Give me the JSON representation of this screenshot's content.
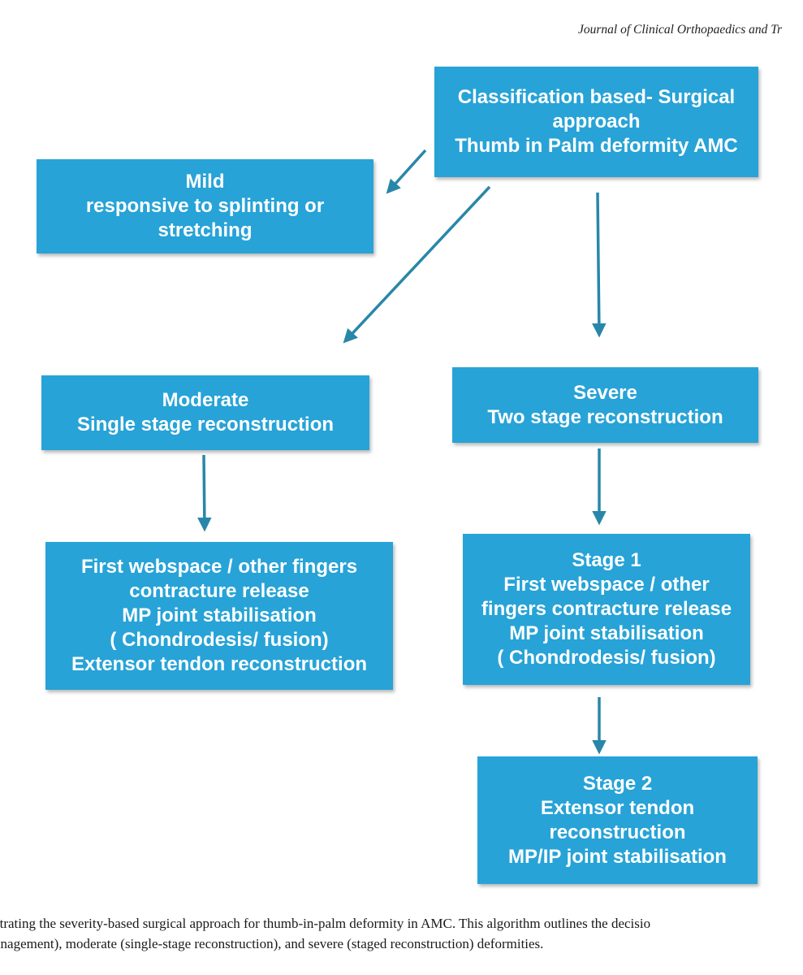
{
  "header": {
    "journal_title": "Journal of Clinical Orthopaedics and Tr"
  },
  "colors": {
    "box_fill": "#27a3d7",
    "box_text": "#ffffff",
    "arrow": "#2887a8"
  },
  "flowchart": {
    "classification": {
      "lines": [
        "Classification based- Surgical",
        "approach",
        "Thumb in Palm deformity AMC"
      ]
    },
    "mild": {
      "lines": [
        "Mild",
        "responsive to splinting or",
        "stretching"
      ]
    },
    "moderate": {
      "lines": [
        "Moderate",
        "Single stage reconstruction"
      ]
    },
    "severe": {
      "lines": [
        "Severe",
        "Two stage reconstruction"
      ]
    },
    "moderate_steps": {
      "lines": [
        "First webspace / other fingers",
        "contracture release",
        "MP joint stabilisation",
        "( Chondrodesis/ fusion)",
        "Extensor tendon reconstruction"
      ]
    },
    "stage1": {
      "lines": [
        "Stage 1",
        "First webspace / other",
        "fingers contracture release",
        "MP joint stabilisation",
        "( Chondrodesis/ fusion)"
      ]
    },
    "stage2": {
      "lines": [
        "Stage 2",
        "Extensor tendon",
        "reconstruction",
        "MP/IP joint stabilisation"
      ]
    }
  },
  "caption": {
    "lines": [
      "strating the severity-based surgical approach for thumb-in-palm deformity in AMC. This algorithm outlines the decisio",
      "anagement), moderate (single-stage reconstruction), and severe (staged reconstruction) deformities."
    ]
  }
}
